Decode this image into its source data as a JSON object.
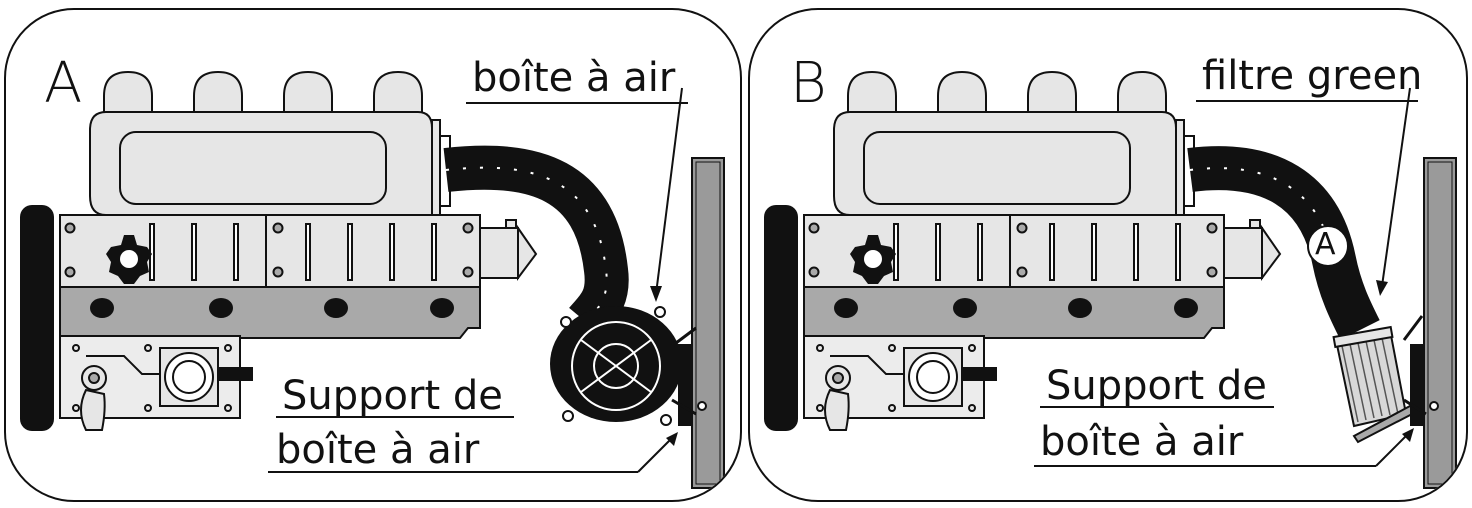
{
  "panels": [
    {
      "letter": "A",
      "label_top": "boîte à air",
      "label_support_line1": "Support de",
      "label_support_line2": "boîte à air"
    },
    {
      "letter": "B",
      "label_top": "filtre green",
      "label_support_line1": "Support de",
      "label_support_line2": "boîte à air",
      "hose_marker": "A"
    }
  ],
  "colors": {
    "engine_fill": "#e6e6e6",
    "block_fill": "#a9a9a9",
    "outline": "#111111",
    "panel_fill": "#9a9a9a"
  }
}
